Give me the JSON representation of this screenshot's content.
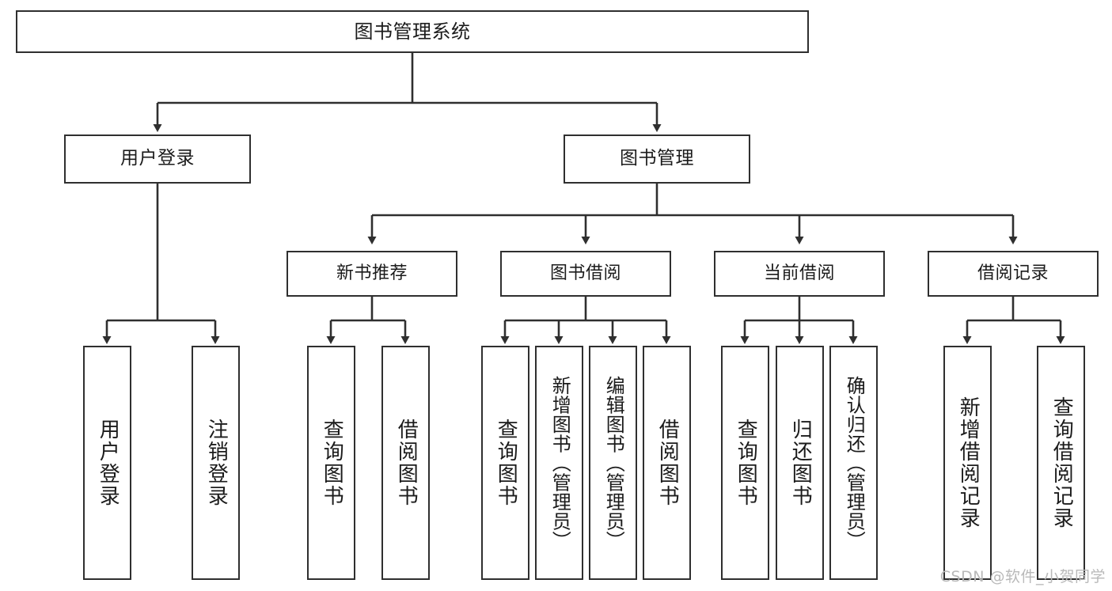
{
  "diagram": {
    "title_node": {
      "label": "图书管理系统"
    },
    "level2": [
      {
        "label": "用户登录"
      },
      {
        "label": "图书管理"
      }
    ],
    "level3": [
      {
        "label": "新书推荐"
      },
      {
        "label": "图书借阅"
      },
      {
        "label": "当前借阅"
      },
      {
        "label": "借阅记录"
      }
    ],
    "leaves": {
      "user_login": [
        {
          "label": "用户登录"
        },
        {
          "label": "注销登录"
        }
      ],
      "new_book_recommend": [
        {
          "label": "查询图书"
        },
        {
          "label": "借阅图书"
        }
      ],
      "book_borrow": [
        {
          "label": "查询图书"
        },
        {
          "label": "新增图书（管理员）"
        },
        {
          "label": "编辑图书（管理员）"
        },
        {
          "label": "借阅图书"
        }
      ],
      "current_borrow": [
        {
          "label": "查询图书"
        },
        {
          "label": "归还图书"
        },
        {
          "label": "确认归还（管理员）"
        }
      ],
      "borrow_record": [
        {
          "label": "新增借阅记录"
        },
        {
          "label": "查询借阅记录"
        }
      ]
    }
  },
  "watermark": {
    "text": "CSDN @软件_小贺同学"
  },
  "colors": {
    "box_border": "#2f2f2f",
    "box_fill": "#ffffff",
    "line": "#2f2f2f",
    "text": "#1b1b1b",
    "watermark": "#b9b9b9"
  }
}
